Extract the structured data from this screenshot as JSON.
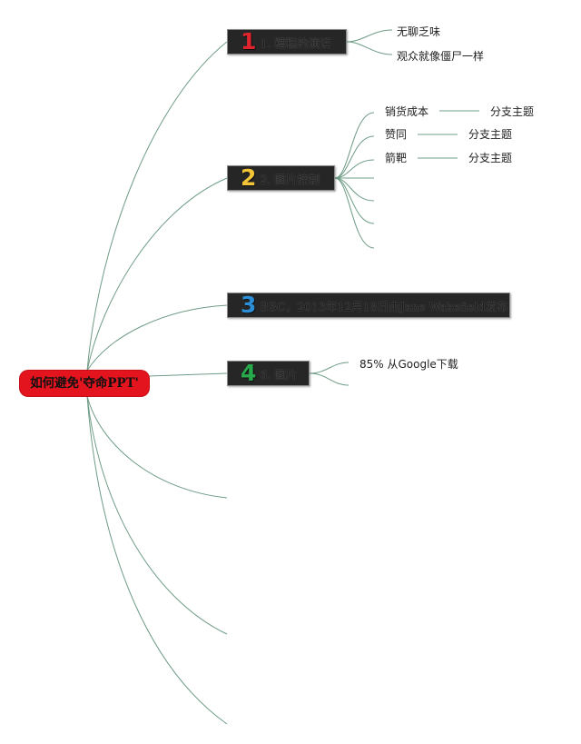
{
  "root": {
    "label": "如何避免'夺命PPT'"
  },
  "topics": [
    {
      "number": "1",
      "number_color": "#e0242e",
      "label": "1. 糟糕的演讲"
    },
    {
      "number": "2",
      "number_color": "#f2c538",
      "label": "2. 图片控制"
    },
    {
      "number": "3",
      "number_color": "#2b8fd8",
      "label": "BBC，2013年12月18日由Jane Wakefield发布"
    },
    {
      "number": "4",
      "number_color": "#27a84a",
      "label": "6. 图片"
    }
  ],
  "topic1_children": [
    "无聊乏味",
    "观众就像僵尸一样"
  ],
  "topic2_children": [
    {
      "label": "销货成本",
      "sub": "分支主题"
    },
    {
      "label": "赞同",
      "sub": "分支主题"
    },
    {
      "label": "箭靶",
      "sub": "分支主题"
    }
  ],
  "topic4_children": [
    "85% 从Google下载"
  ],
  "colors": {
    "link": "#6f9c86",
    "root_fill": "#e3141d",
    "node_fill": "#262626"
  }
}
